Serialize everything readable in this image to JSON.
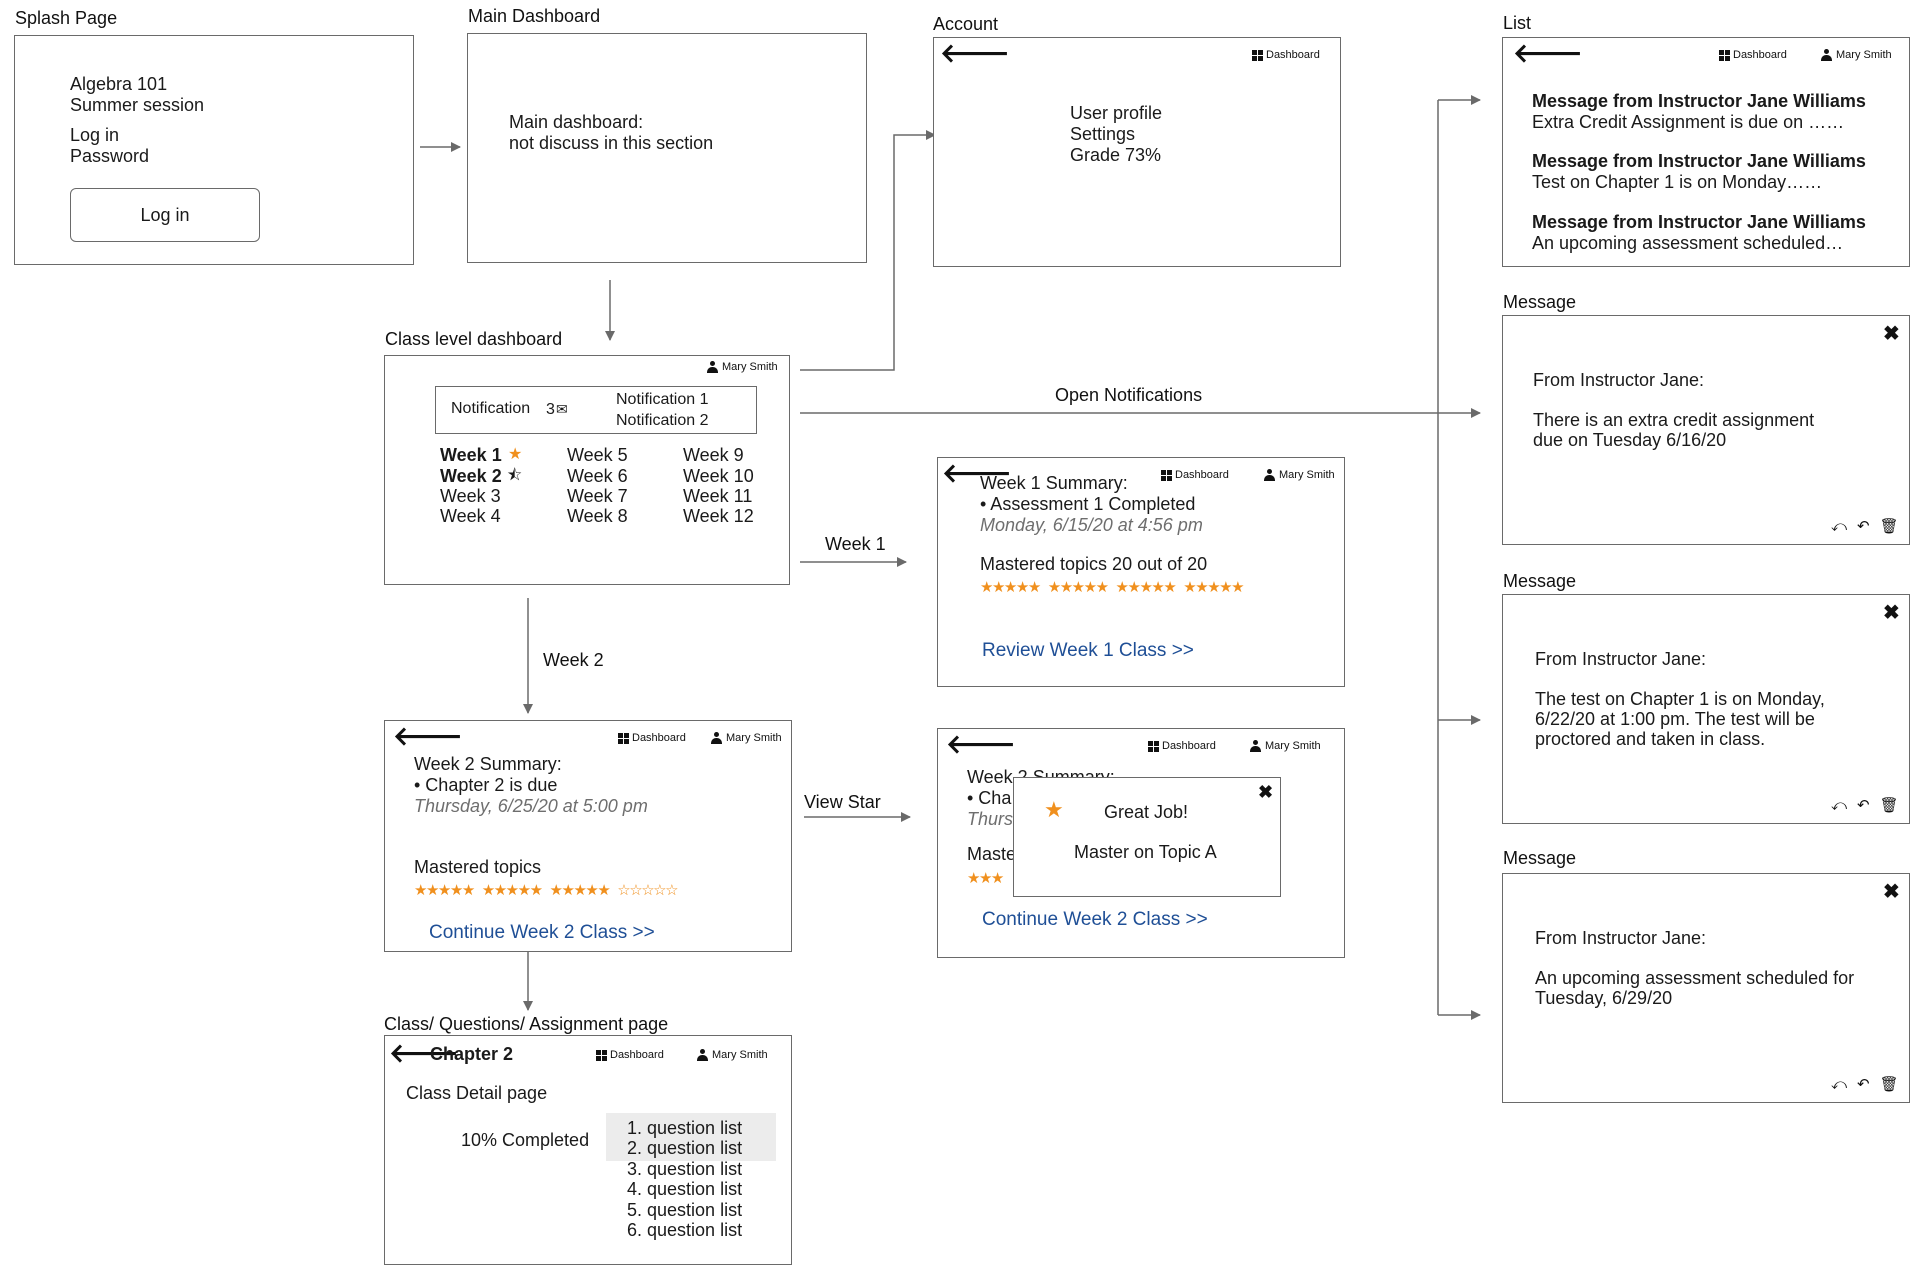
{
  "labels": {
    "splash": "Splash Page",
    "main_dashboard": "Main Dashboard",
    "account": "Account",
    "list": "List",
    "class_level": "Class level dashboard",
    "message": "Message",
    "class_questions": "Class/ Questions/ Assignment page"
  },
  "common": {
    "dashboard": "Dashboard",
    "user_name": "Mary Smith"
  },
  "splash": {
    "line1": "Algebra 101",
    "line2": "Summer session",
    "line3": "Log in",
    "line4": "Password",
    "login_button": "Log in"
  },
  "main_dashboard": {
    "line1": "Main dashboard:",
    "line2": "not discuss in this section"
  },
  "account": {
    "line1": "User profile",
    "line2": "Settings",
    "line3": "Grade 73%"
  },
  "list": {
    "items": [
      {
        "title": "Message from Instructor Jane Williams",
        "preview": "Extra Credit Assignment is due on ……"
      },
      {
        "title": "Message from Instructor Jane Williams",
        "preview": "Test on Chapter 1 is on Monday……"
      },
      {
        "title": "Message from Instructor Jane Williams",
        "preview": "An upcoming assessment scheduled…"
      }
    ]
  },
  "class_dashboard": {
    "notification_label": "Notification",
    "notification_count": "3",
    "notification_1": "Notification 1",
    "notification_2": "Notification 2",
    "weeks_col1": [
      "Week 1",
      "Week 2",
      "Week 3",
      "Week 4"
    ],
    "weeks_col2": [
      "Week 5",
      "Week 6",
      "Week 7",
      "Week 8"
    ],
    "weeks_col3": [
      "Week 9",
      "Week 10",
      "Week 11",
      "Week 12"
    ]
  },
  "messages": [
    {
      "from": "From Instructor Jane:",
      "body": [
        "There is an extra credit assignment",
        "due on Tuesday 6/16/20"
      ]
    },
    {
      "from": "From Instructor Jane:",
      "body": [
        "The test on Chapter 1 is on Monday,",
        "6/22/20 at 1:00 pm. The test will be",
        "proctored and taken in class."
      ]
    },
    {
      "from": "From Instructor Jane:",
      "body": [
        "An upcoming assessment scheduled for",
        "Tuesday, 6/29/20"
      ]
    }
  ],
  "week1": {
    "line1": "Week 1 Summary:",
    "line2": "• Assessment 1 Completed",
    "date": "Monday, 6/15/20 at 4:56 pm",
    "mastered": "Mastered topics 20 out of 20",
    "link": "Review Week 1 Class >>"
  },
  "week2": {
    "line1": "Week 2 Summary:",
    "line2": "• Chapter 2 is due",
    "date": "Thursday, 6/25/20 at 5:00 pm",
    "mastered": "Mastered topics",
    "link": "Continue Week 2 Class >>"
  },
  "viewstar": {
    "line1": "Week 2 Summary:",
    "line2": "• Cha",
    "line3": "Thurs",
    "line4": "Maste",
    "popup_title": "Great Job!",
    "popup_body": "Master on Topic A",
    "link": "Continue Week 2 Class >>"
  },
  "chapter": {
    "title": "Chapter 2",
    "subtitle": "Class Detail page",
    "completed": "10% Completed",
    "questions": [
      "1. question list",
      "2. question list",
      "3. question list",
      "4. question list",
      "5. question list",
      "6. question list"
    ]
  },
  "arrows": {
    "open_notifications": "Open Notifications",
    "week1": "Week 1",
    "week2": "Week 2",
    "view_star": "View Star"
  },
  "mastery": {
    "week1_filled_of_total": [
      20,
      20
    ],
    "week2_filled_of_total": [
      15,
      20
    ],
    "viewstar_visible_filled": 3
  },
  "colors": {
    "star": "#f0901e",
    "link": "#1f4f96",
    "border": "#6a6a6a"
  }
}
